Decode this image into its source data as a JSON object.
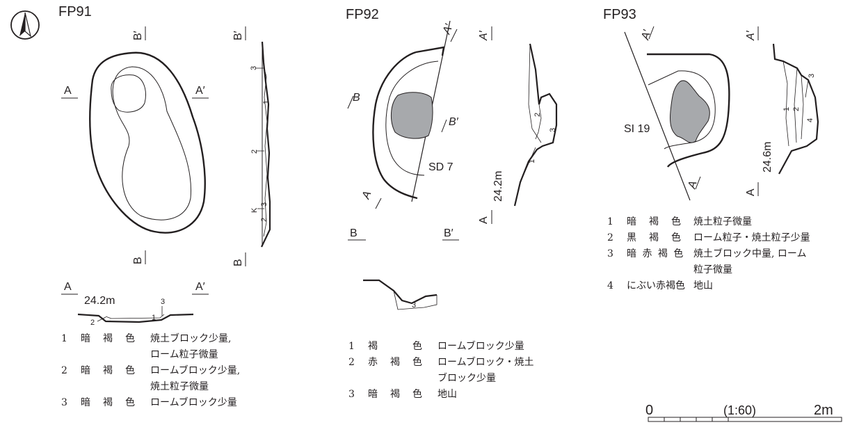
{
  "figures": [
    {
      "id": "FP91",
      "title": "FP91",
      "elevation": "24.2m",
      "plan_labels": {
        "A": "A",
        "A_prime": "A′",
        "B": "B",
        "B_prime": "B′"
      },
      "layers": [
        {
          "no": "1",
          "color": "暗　褐　色",
          "desc": [
            "焼土ブロック少量,",
            "ローム粒子微量"
          ]
        },
        {
          "no": "2",
          "color": "暗　褐　色",
          "desc": [
            "ロームブロック少量,",
            "焼土粒子微量"
          ]
        },
        {
          "no": "3",
          "color": "暗　褐　色",
          "desc": [
            "ロームブロック少量"
          ]
        }
      ]
    },
    {
      "id": "FP92",
      "title": "FP92",
      "elevation": "24.2m",
      "feature_label": "SD 7",
      "plan_labels": {
        "A": "A",
        "A_prime": "A′",
        "B": "B",
        "B_prime": "B′"
      },
      "layers": [
        {
          "no": "1",
          "color": "褐　　　色",
          "desc": [
            "ロームブロック少量"
          ]
        },
        {
          "no": "2",
          "color": "赤　褐　色",
          "desc": [
            "ロームブロック・焼土",
            "ブロック少量"
          ]
        },
        {
          "no": "3",
          "color": "暗　褐　色",
          "desc": [
            "地山"
          ]
        }
      ]
    },
    {
      "id": "FP93",
      "title": "FP93",
      "elevation": "24.6m",
      "feature_label": "SI 19",
      "plan_labels": {
        "A": "A",
        "A_prime": "A′"
      },
      "layers": [
        {
          "no": "1",
          "color": "暗　褐　色",
          "desc": [
            "焼土粒子微量"
          ]
        },
        {
          "no": "2",
          "color": "黒　褐　色",
          "desc": [
            "ローム粒子・焼土粒子少量"
          ]
        },
        {
          "no": "3",
          "color": "暗 赤 褐 色",
          "desc": [
            "焼土ブロック中量, ローム",
            "粒子微量"
          ]
        },
        {
          "no": "4",
          "color": "にぶい赤褐色",
          "desc": [
            "地山"
          ]
        }
      ]
    }
  ],
  "scale_bar": {
    "start": "0",
    "ratio": "(1:60)",
    "end": "2m"
  },
  "section_numbers": {
    "one": "1",
    "two": "2",
    "three": "3",
    "four": "4",
    "k": "K"
  },
  "icons": {
    "north_arrow": "north-arrow-icon"
  }
}
